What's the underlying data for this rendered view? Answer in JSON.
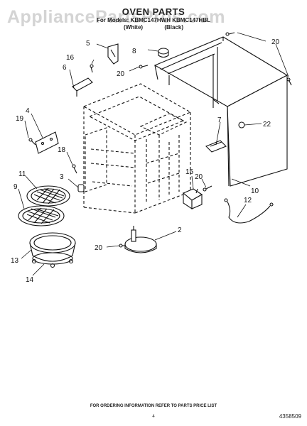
{
  "header": {
    "watermark": "AppliancePartsPros.com",
    "title": "OVEN PARTS",
    "model_line": "For Models: KBMC147HWH KBMC147HBL",
    "variant_white": "(White)",
    "variant_black": "(Black)"
  },
  "callouts": [
    "5",
    "8",
    "20",
    "16",
    "6",
    "20",
    "4",
    "19",
    "7",
    "22",
    "18",
    "3",
    "15",
    "20",
    "10",
    "11",
    "9",
    "12",
    "2",
    "20",
    "13",
    "14"
  ],
  "footer": {
    "ordering_note": "FOR ORDERING INFORMATION REFER TO PARTS PRICE LIST",
    "page_number": "4",
    "part_number": "4358509"
  }
}
